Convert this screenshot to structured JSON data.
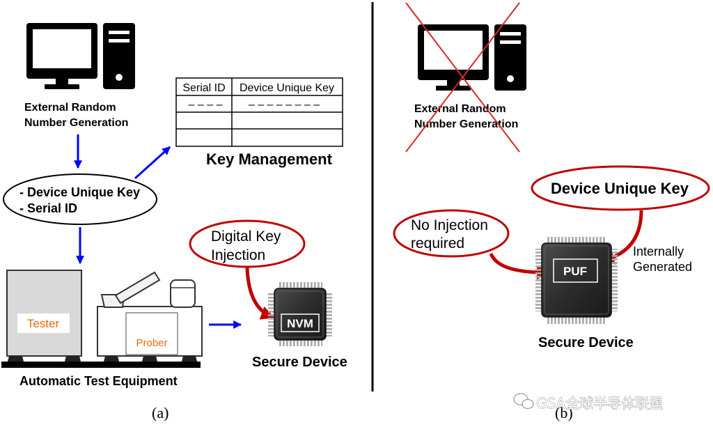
{
  "panel_a": {
    "rng_icon": "desktop-computer-icon",
    "rng_label": [
      "External Random",
      "Number Generation"
    ],
    "keys_bubble": [
      "- Device Unique Key",
      "- Serial ID"
    ],
    "key_table": {
      "headers": [
        "Serial ID",
        "Device Unique Key"
      ],
      "rows": [
        [
          "– – – –",
          "– – – – – – – –"
        ],
        [
          "",
          ""
        ],
        [
          "",
          ""
        ]
      ]
    },
    "key_management_label": "Key Management",
    "tester_label": "Tester",
    "prober_label": "Prober",
    "ate_label": "Automatic Test Equipment",
    "injection_bubble": [
      "Digital Key",
      "Injection"
    ],
    "chip_icon": "microchip-icon",
    "chip_label": "NVM",
    "device_label": "Secure Device",
    "caption": "(a)"
  },
  "panel_b": {
    "rng_icon": "desktop-computer-icon",
    "rng_crossed_out": true,
    "rng_label": [
      "External Random",
      "Number Generation"
    ],
    "key_bubble": "Device Unique Key",
    "no_injection_bubble": [
      "No Injection",
      "required"
    ],
    "chip_icon": "microchip-icon",
    "chip_label": "PUF",
    "internal_note": [
      "Internally",
      "Generated"
    ],
    "device_label": "Secure Device",
    "caption": "(b)"
  },
  "watermark": "GSA全球半导体联盟",
  "colors": {
    "arrow_blue": "#0000ff",
    "highlight_red": "#c00000",
    "cross_red": "#d42a2a",
    "label_orange": "#e46c0a",
    "tester_gray": "#d9d9d9"
  }
}
